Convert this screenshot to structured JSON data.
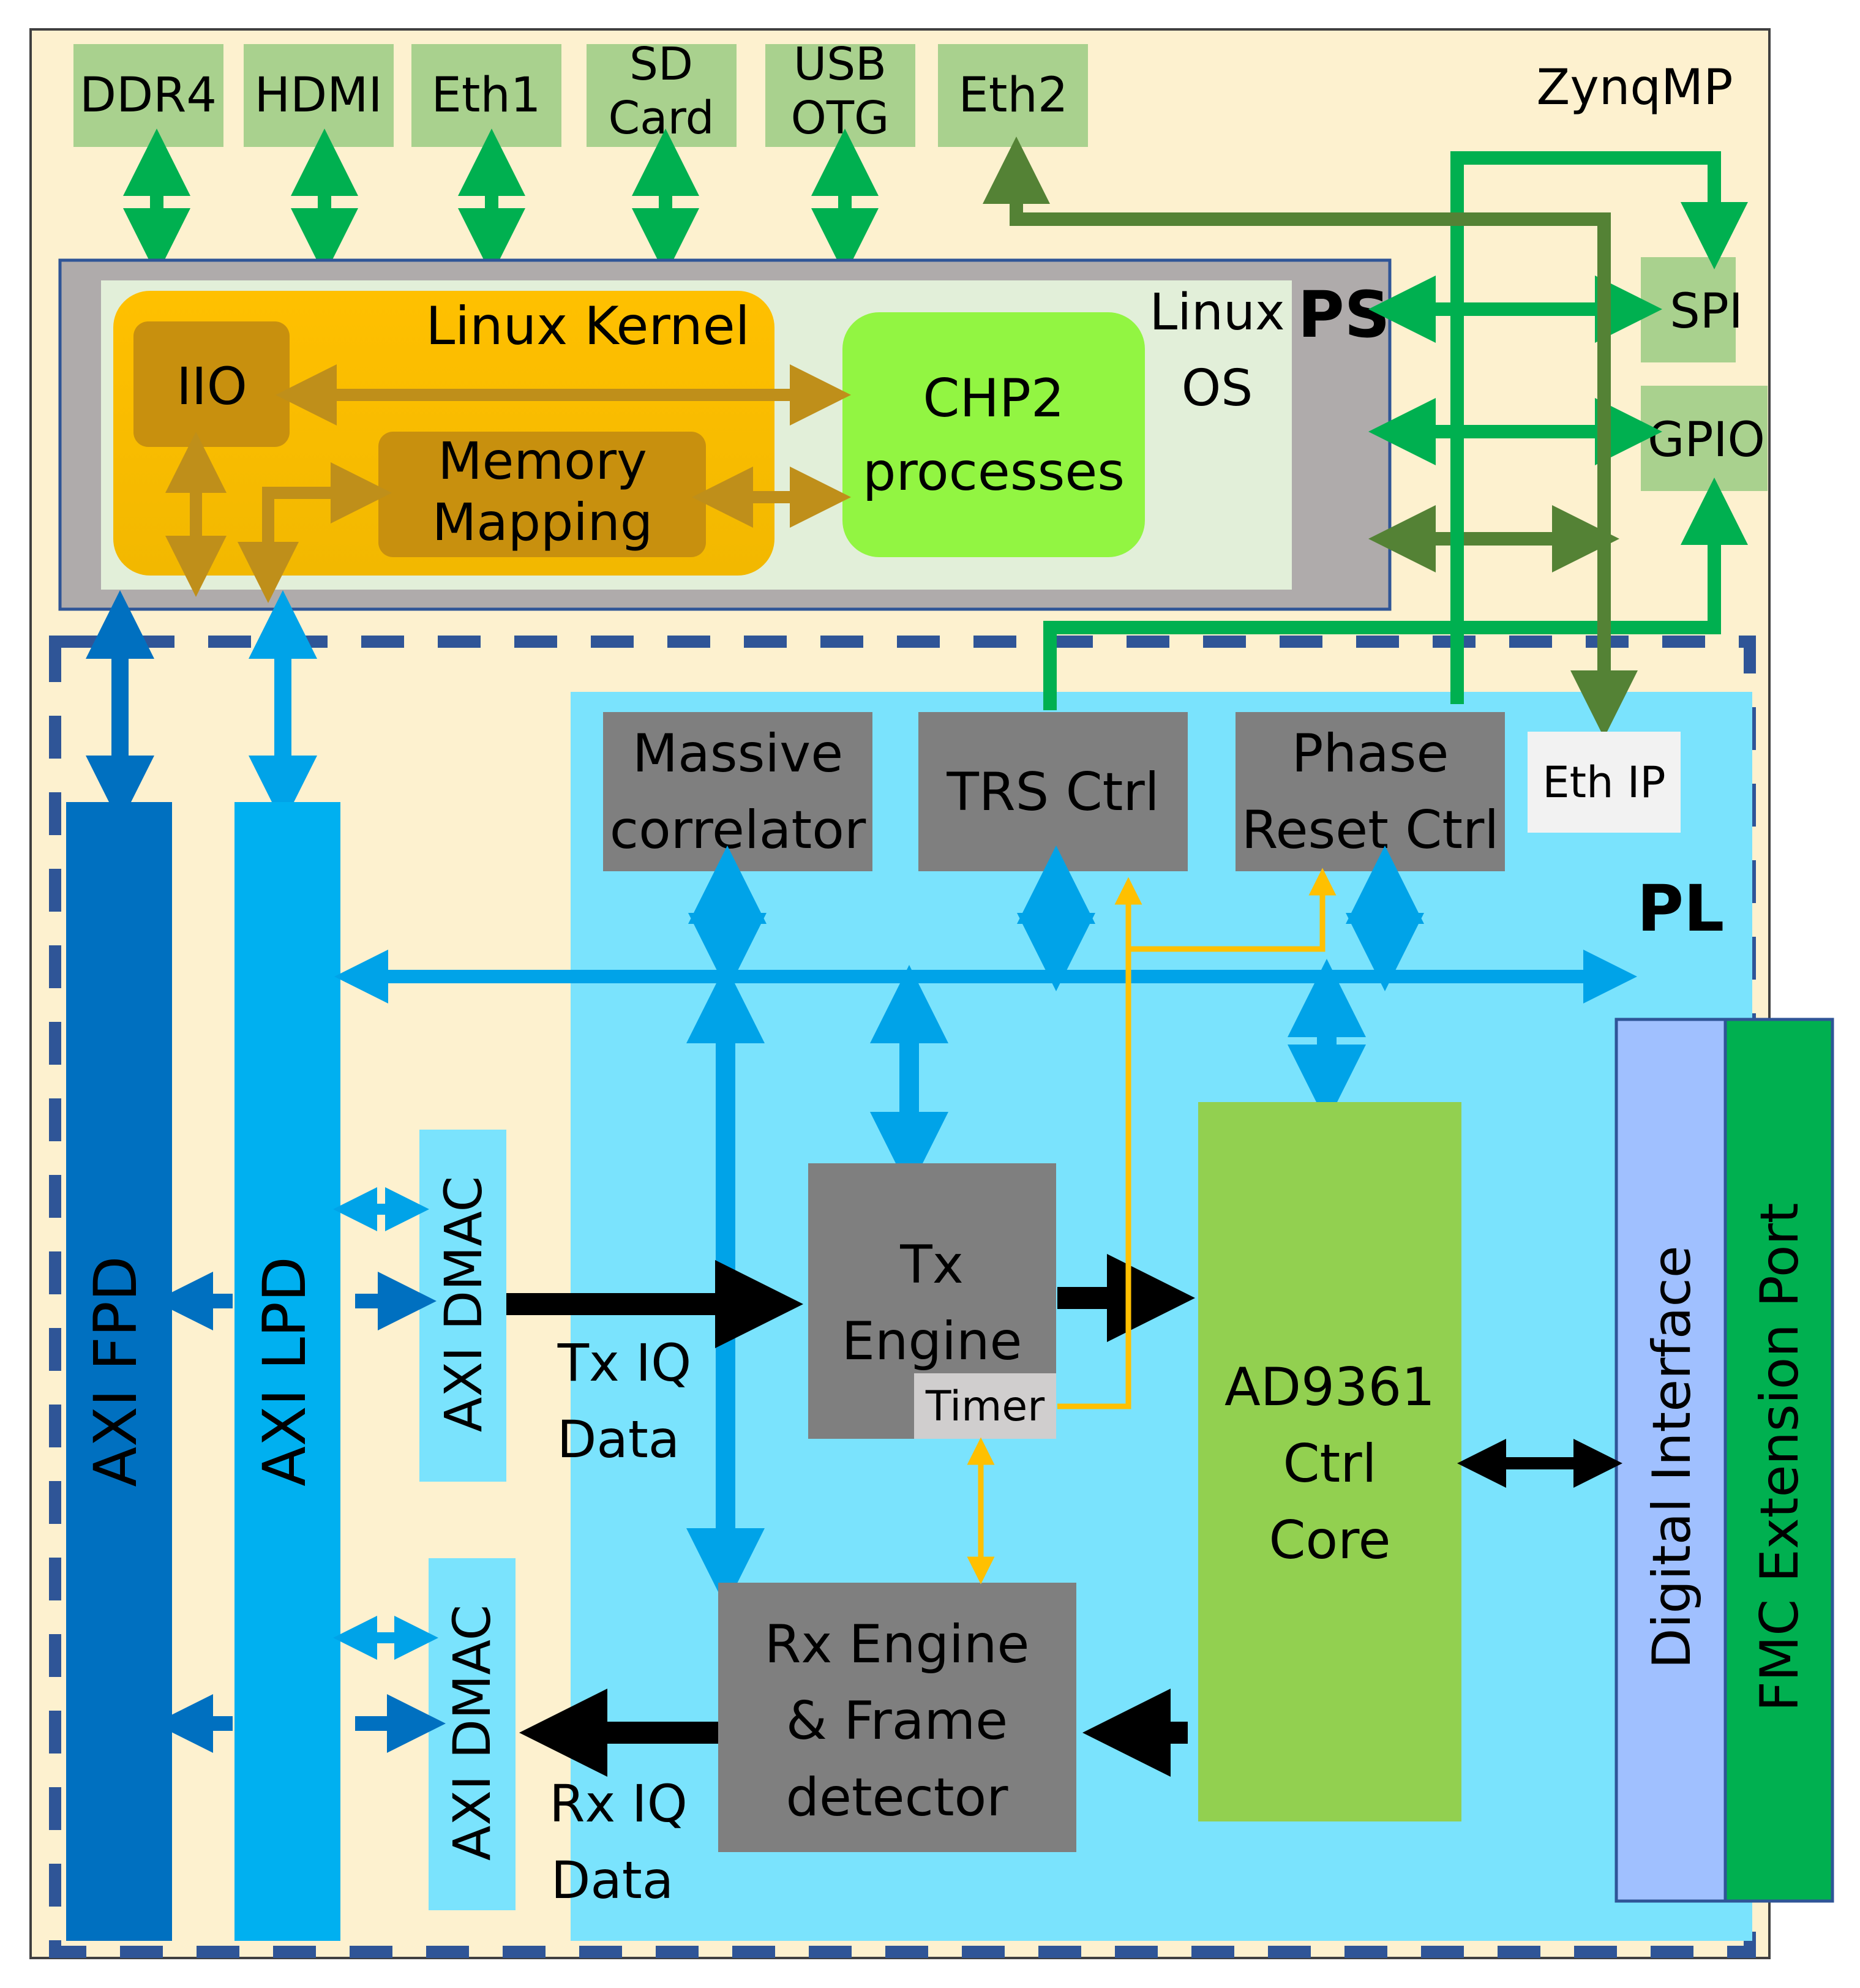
{
  "colors": {
    "zynq_bg": "#fdf1cf",
    "periph": "#a9d18e",
    "ps_gray": "#afabab",
    "linux_bg": "#e2efd9",
    "kernel": "#ffc000",
    "kernel_box": "#c8900e",
    "kernel_arrow": "#bf8f1a",
    "chp": "#92f542",
    "pl_bg": "#7ae3fd",
    "block_gray": "#7f7f7f",
    "axi_fpd": "#0070c0",
    "axi_lpd": "#00b0f0",
    "dmac": "#7ae3fd",
    "green_arrow": "#00b050",
    "dark_green": "#548235",
    "ad9361": "#92d050",
    "digital_if": "#a0c0ff",
    "fmc": "#00b050",
    "orange": "#ffc000",
    "blue_arrow": "#00a3e8",
    "dark_blue_arrow": "#0070c0",
    "dashed": "#2f5597"
  },
  "zynq": {
    "label": "ZynqMP"
  },
  "peripherals_top": [
    {
      "line1": "DDR4",
      "line2": ""
    },
    {
      "line1": "HDMI",
      "line2": ""
    },
    {
      "line1": "Eth1",
      "line2": ""
    },
    {
      "line1": "SD",
      "line2": "Card"
    },
    {
      "line1": "USB",
      "line2": "OTG"
    },
    {
      "line1": "Eth2",
      "line2": ""
    }
  ],
  "peripherals_right": {
    "spi": "SPI",
    "gpio": "GPIO"
  },
  "ps": {
    "label": "PS",
    "linux_line1": "Linux",
    "linux_line2": "OS",
    "kernel_label": "Linux Kernel",
    "iio": "IIO",
    "memmap_line1": "Memory",
    "memmap_line2": "Mapping",
    "chp_line1": "CHP2",
    "chp_line2": "processes"
  },
  "pl": {
    "label": "PL",
    "massive_line1": "Massive",
    "massive_line2": "correlator",
    "trs": "TRS Ctrl",
    "phase_line1": "Phase",
    "phase_line2": "Reset Ctrl",
    "eth_ip": "Eth IP",
    "axi_fpd": "AXI FPD",
    "axi_lpd": "AXI LPD",
    "dmac_tx": "AXI DMAC",
    "dmac_rx": "AXI DMAC",
    "tx_line1": "Tx",
    "tx_line2": "Engine",
    "timer": "Timer",
    "rx_line1": "Rx Engine",
    "rx_line2": "& Frame",
    "rx_line3": "detector",
    "ad_line1": "AD9361",
    "ad_line2": "Ctrl",
    "ad_line3": "Core",
    "digital_if": "Digital Interface",
    "fmc": "FMC Extension Port",
    "tx_iq_line1": "Tx IQ",
    "tx_iq_line2": "Data",
    "rx_iq_line1": "Rx IQ",
    "rx_iq_line2": "Data"
  }
}
